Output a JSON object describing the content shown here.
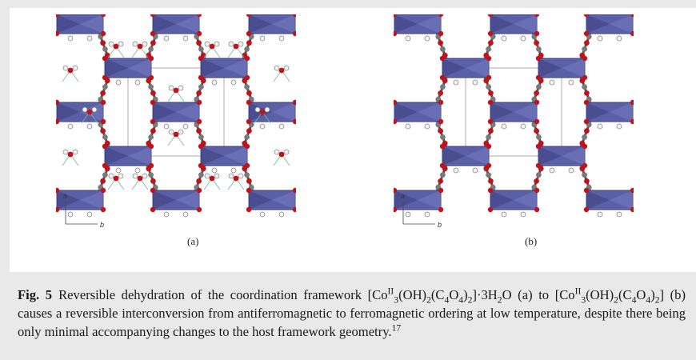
{
  "figure": {
    "panel_a_label": "(a)",
    "panel_b_label": "(b)",
    "axis_a": "a",
    "axis_b": "b"
  },
  "caption": {
    "fig_label": "Fig. 5",
    "body_1": "Reversible dehydration of the coordination framework [Co",
    "sup_1": "II",
    "body_2": "3",
    "body_3": "(OH)",
    "body_4": "2",
    "body_5": "(C",
    "body_6": "4",
    "body_7": "O",
    "body_8": "4",
    "body_9": ")",
    "body_10": "2",
    "body_11": "]·3H",
    "body_12": "2",
    "body_13": "O (a) to [Co",
    "sup_2": "II",
    "body_14": "3",
    "body_15": "(OH)",
    "body_16": "2",
    "body_17": "(C",
    "body_18": "4",
    "body_19": "O",
    "body_20": "4",
    "body_21": ")",
    "body_22": "2",
    "body_23": "] (b) causes a reversible interconversion from antiferromagnetic to ferromagnetic ordering at low temperature, despite there being only minimal accompanying changes to the host framework geometry.",
    "ref": "17"
  },
  "colors": {
    "octahedron": "#5b5fa6",
    "octahedron_dark": "#3d4080",
    "oxygen": "#c0141c",
    "carbon": "#7a7a7a",
    "hydrogen": "#f2f2f2",
    "hbond": "#6cbf8f",
    "background": "#e9e9e9"
  }
}
